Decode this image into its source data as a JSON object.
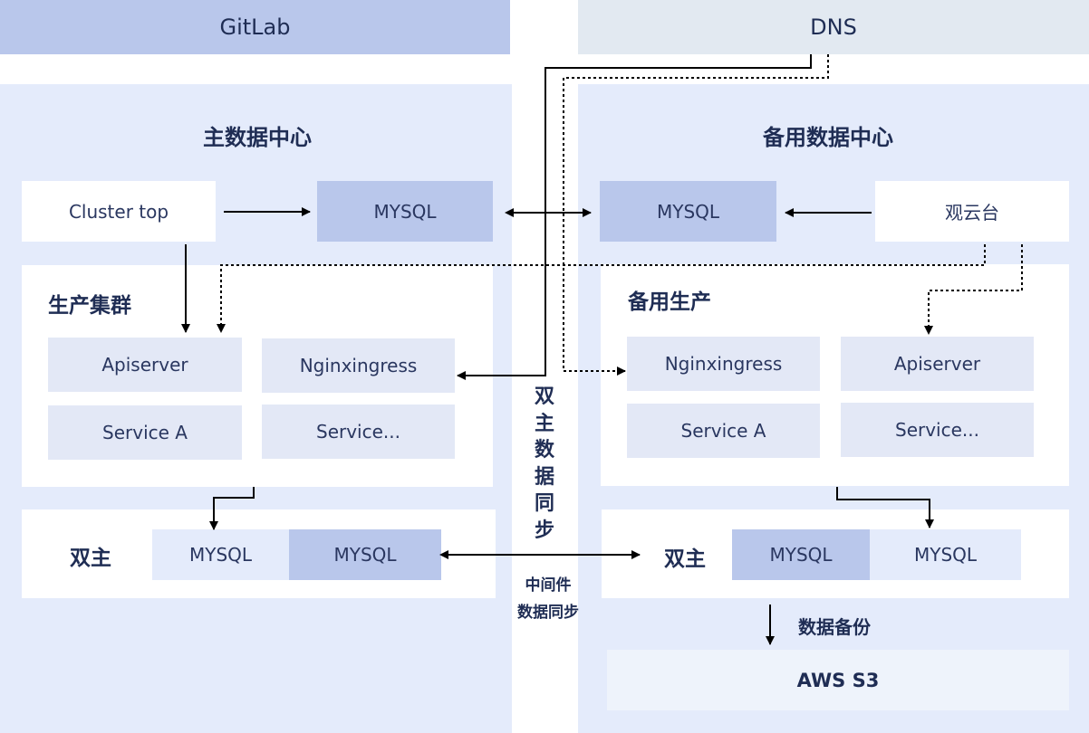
{
  "banners": {
    "left": "GitLab",
    "right": "DNS"
  },
  "primary": {
    "title": "主数据中心",
    "cluster_top": "Cluster top",
    "mysql": "MYSQL",
    "prod": {
      "title": "生产集群",
      "services": [
        "Apiserver",
        "Nginxingress",
        "Service A",
        "Service..."
      ]
    },
    "dual": {
      "label": "双主",
      "mysql_a": "MYSQL",
      "mysql_b": "MYSQL"
    }
  },
  "backup": {
    "title": "备用数据中心",
    "console": "观云台",
    "mysql": "MYSQL",
    "prod": {
      "title": "备用生产",
      "services": [
        "Nginxingress",
        "Apiserver",
        "Service A",
        "Service..."
      ]
    },
    "dual": {
      "label": "双主",
      "mysql_a": "MYSQL",
      "mysql_b": "MYSQL"
    },
    "backup_label": "数据备份",
    "storage": "AWS S3"
  },
  "sync": {
    "dual_master_sync": "双主数据同步",
    "middleware_sync_line1": "中间件",
    "middleware_sync_line2": "数据同步"
  },
  "colors": {
    "banner_left": "#b9c7eb",
    "banner_right": "#e2e9f1",
    "panel": "#e4ebfb",
    "mysql_dark": "#b9c7eb",
    "text": "#1f2d54"
  }
}
